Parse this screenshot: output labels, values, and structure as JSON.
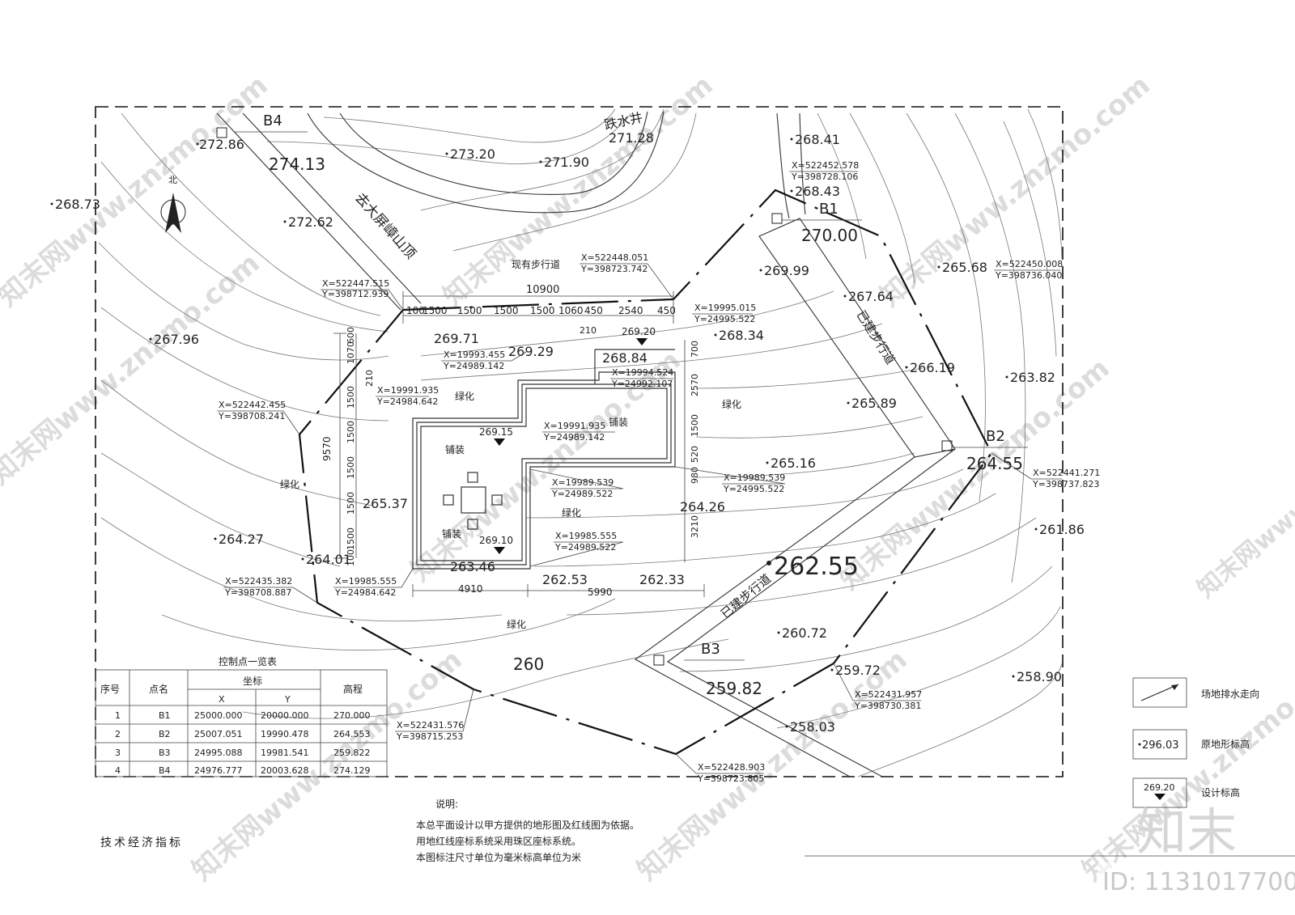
{
  "north_label": "北",
  "survey_points": {
    "B1": {
      "label": "B1",
      "elev": "270.00"
    },
    "B2": {
      "label": "B2",
      "elev": "264.55"
    },
    "B3": {
      "label": "B3",
      "elev": "259.82"
    },
    "B4": {
      "label": "B4",
      "elev": "274.13"
    }
  },
  "spot_elevations": [
    "272.86",
    "273.20",
    "271.90",
    "271.28",
    "268.41",
    "268.43",
    "268.73",
    "272.62",
    "269.99",
    "265.68",
    "267.64",
    "267.96",
    "269.71",
    "269.29",
    "268.34",
    "268.84",
    "266.19",
    "263.82",
    "265.89",
    "265.16",
    "264.27",
    "265.37",
    "264.26",
    "264.01",
    "263.46",
    "262.53",
    "262.33",
    "262.55",
    "261.86",
    "260.72",
    "260",
    "259.72",
    "258.90",
    "258.03"
  ],
  "labels": {
    "water_well": "跌水井",
    "to_summit": "去大屏嶂山顶",
    "existing_trail": "现有步行道",
    "built_trail_a": "已建步行道",
    "built_trail_b": "已建步行道",
    "greening": "绿化",
    "paving": "铺装"
  },
  "design_elevations": [
    "269.20",
    "269.15",
    "269.10"
  ],
  "coordinates": [
    {
      "x": "X=522452.578",
      "y": "Y=398728.106"
    },
    {
      "x": "X=522448.051",
      "y": "Y=398723.742"
    },
    {
      "x": "X=522447.515",
      "y": "Y=398712.939"
    },
    {
      "x": "X=522450.008",
      "y": "Y=398736.040"
    },
    {
      "x": "X=19995.015",
      "y": "Y=24995.522"
    },
    {
      "x": "X=19993.455",
      "y": "Y=24989.142"
    },
    {
      "x": "X=19994.524",
      "y": "Y=24992.107"
    },
    {
      "x": "X=19991.935",
      "y": "Y=24984.642"
    },
    {
      "x": "X=522442.455",
      "y": "Y=398708.241"
    },
    {
      "x": "X=19991.935",
      "y": "Y=24989.142"
    },
    {
      "x": "X=19989.539",
      "y": "Y=24989.522"
    },
    {
      "x": "X=19989.539",
      "y": "Y=24995.522"
    },
    {
      "x": "X=522441.271",
      "y": "Y=398737.823"
    },
    {
      "x": "X=19985.555",
      "y": "Y=24989.522"
    },
    {
      "x": "X=522435.382",
      "y": "Y=398708.887"
    },
    {
      "x": "X=19985.555",
      "y": "Y=24984.642"
    },
    {
      "x": "X=522431.957",
      "y": "Y=398730.381"
    },
    {
      "x": "X=522431.576",
      "y": "Y=398715.253"
    },
    {
      "x": "X=522428.903",
      "y": "Y=398723.805"
    }
  ],
  "dimensions": {
    "top_total": "10900",
    "top_segments": [
      "100",
      "1500",
      "1500",
      "1500",
      "1500",
      "1060",
      "450",
      "2540",
      "450"
    ],
    "top_sub": "210",
    "left_total": "9570",
    "left_segments": [
      "1070",
      "600",
      "210",
      "1500",
      "1500",
      "1500",
      "1500",
      "1500",
      "100"
    ],
    "right_segments": [
      "700",
      "2570",
      "1500",
      "520",
      "980",
      "3210"
    ],
    "bottom_segments": [
      "4910",
      "5990"
    ]
  },
  "table": {
    "title": "控制点一览表",
    "headers": {
      "seq": "序号",
      "name": "点名",
      "coord": "坐标",
      "x": "X",
      "y": "Y",
      "elev": "高程"
    },
    "rows": [
      {
        "seq": "1",
        "name": "B1",
        "x": "25000.000",
        "y": "20000.000",
        "elev": "270.000"
      },
      {
        "seq": "2",
        "name": "B2",
        "x": "25007.051",
        "y": "19990.478",
        "elev": "264.553"
      },
      {
        "seq": "3",
        "name": "B3",
        "x": "24995.088",
        "y": "19981.541",
        "elev": "259.822"
      },
      {
        "seq": "4",
        "name": "B4",
        "x": "24976.777",
        "y": "20003.628",
        "elev": "274.129"
      }
    ]
  },
  "notes": {
    "heading": "说明:",
    "line1": "本总平面设计以甲方提供的地形图及红线图为依据。",
    "line2": "用地红线座标系统采用珠区座标系统。",
    "line3": "本图标注尺寸单位为毫米标高单位为米"
  },
  "tech_index": "技术经济指标",
  "legend": [
    {
      "label": "场地排水走向"
    },
    {
      "label": "原地形标高",
      "sample": "296.03"
    },
    {
      "label": "设计标高",
      "sample": "269.20"
    }
  ],
  "watermark": {
    "site": "知末网www.znzmo.com",
    "logo": "知末",
    "id": "ID: 1131017700"
  }
}
